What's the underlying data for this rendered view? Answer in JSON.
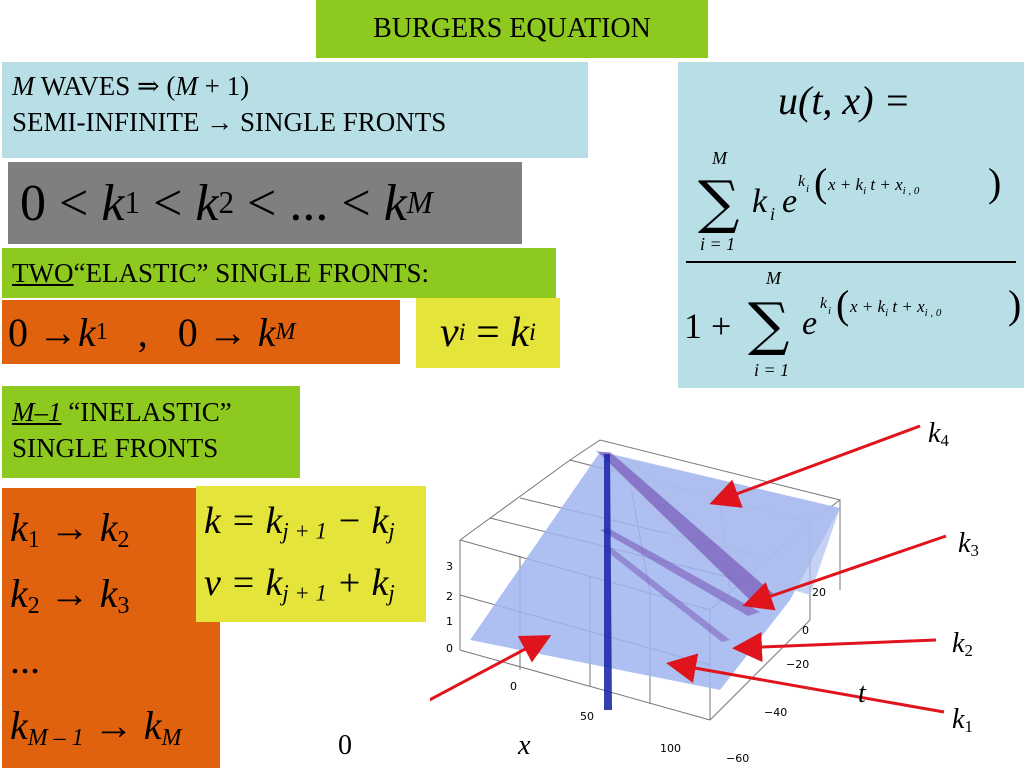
{
  "title": "BURGERS EQUATION",
  "waves": {
    "line1_m": "M",
    "line1_rest": " WAVES ⇒ (",
    "line1_m2": "M",
    "line1_end": " + 1)",
    "line2": "SEMI-INFINITE  → SINGLE  FRONTS"
  },
  "ordering": {
    "zero": "0",
    "lt": "<",
    "k": "k",
    "sub1": "1",
    "sub2": "2",
    "dots": "...",
    "subM": "M"
  },
  "two_fronts": {
    "two": "TWO",
    "rest": " “ELASTIC” SINGLE FRONTS:"
  },
  "elastic": {
    "left": "0 → ",
    "k": "k",
    "sub1": "1",
    "sep": "   ,   0 → ",
    "subM": "M"
  },
  "velocity": {
    "v": "v",
    "i": "i",
    "eq": " = ",
    "k": "k"
  },
  "inelastic": {
    "m1": "M–1",
    "rest": " “INELASTIC”",
    "line2": "SINGLE FRONTS"
  },
  "transitions": [
    {
      "from_sub": "1",
      "to_sub": "2"
    },
    {
      "from_sub": "2",
      "to_sub": "3"
    },
    {
      "from_sub": "...",
      "to_sub": ""
    },
    {
      "from_sub": "M – 1",
      "to_sub": "M"
    }
  ],
  "kv": {
    "line1": "k = k",
    "line1_sub1": "j + 1",
    "line1_mid": " − k",
    "line1_sub2": "j",
    "line2": "v = k",
    "line2_sub1": "j + 1",
    "line2_mid": " + k",
    "line2_sub2": "j"
  },
  "formula": {
    "lhs": "u(t, x) =",
    "num_upper": "M",
    "num_lower": "i = 1",
    "num_term": "k",
    "exp": "x + k",
    "exp_t": " t + x",
    "exp_sub": "i , 0",
    "den_one": "1 +",
    "den_upper": "M",
    "den_lower": "i = 1"
  },
  "plot": {
    "labels": {
      "k4": "k",
      "k4_sub": "4",
      "k3": "k",
      "k3_sub": "3",
      "k2": "k",
      "k2_sub": "2",
      "k1": "k",
      "k1_sub": "1",
      "t": "t",
      "x": "x",
      "zero": "0"
    },
    "z_ticks": [
      "3",
      "2",
      "1",
      "0"
    ],
    "x_ticks": [
      "0",
      "50",
      "100"
    ],
    "t_ticks": [
      "20",
      "0",
      "−20",
      "−40",
      "−60"
    ],
    "colors": {
      "surface": "#9fb5ee",
      "front": "#6a3aa8",
      "arrow": "#e0141c",
      "grid": "#777777"
    }
  }
}
